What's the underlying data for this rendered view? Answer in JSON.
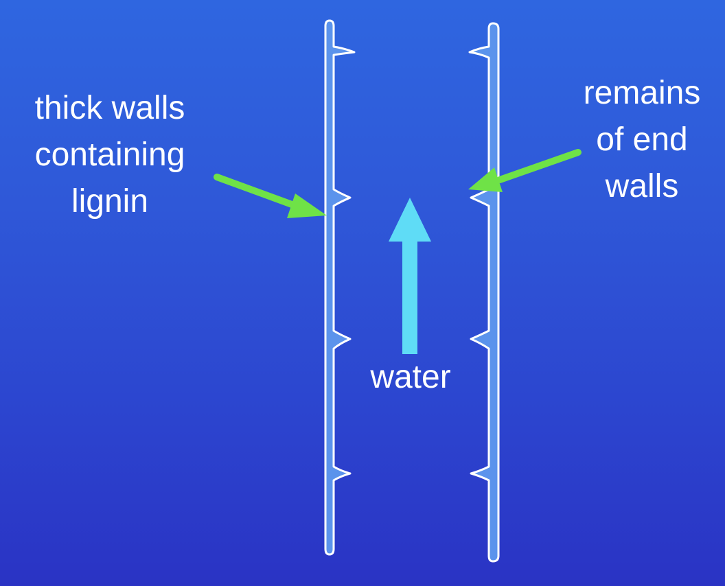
{
  "labels": {
    "left": [
      "thick walls",
      "containing",
      "lignin"
    ],
    "right": [
      "remains",
      "of end",
      "walls"
    ],
    "water": "water"
  },
  "colors": {
    "background_top": "#2f66e0",
    "background_bottom": "#2a33c4",
    "vessel_fill": "#5b93ec",
    "vessel_outline": "#ffffff",
    "pointer_arrow": "#6fe247",
    "water_arrow": "#5fdcf6",
    "text": "#ffffff"
  }
}
